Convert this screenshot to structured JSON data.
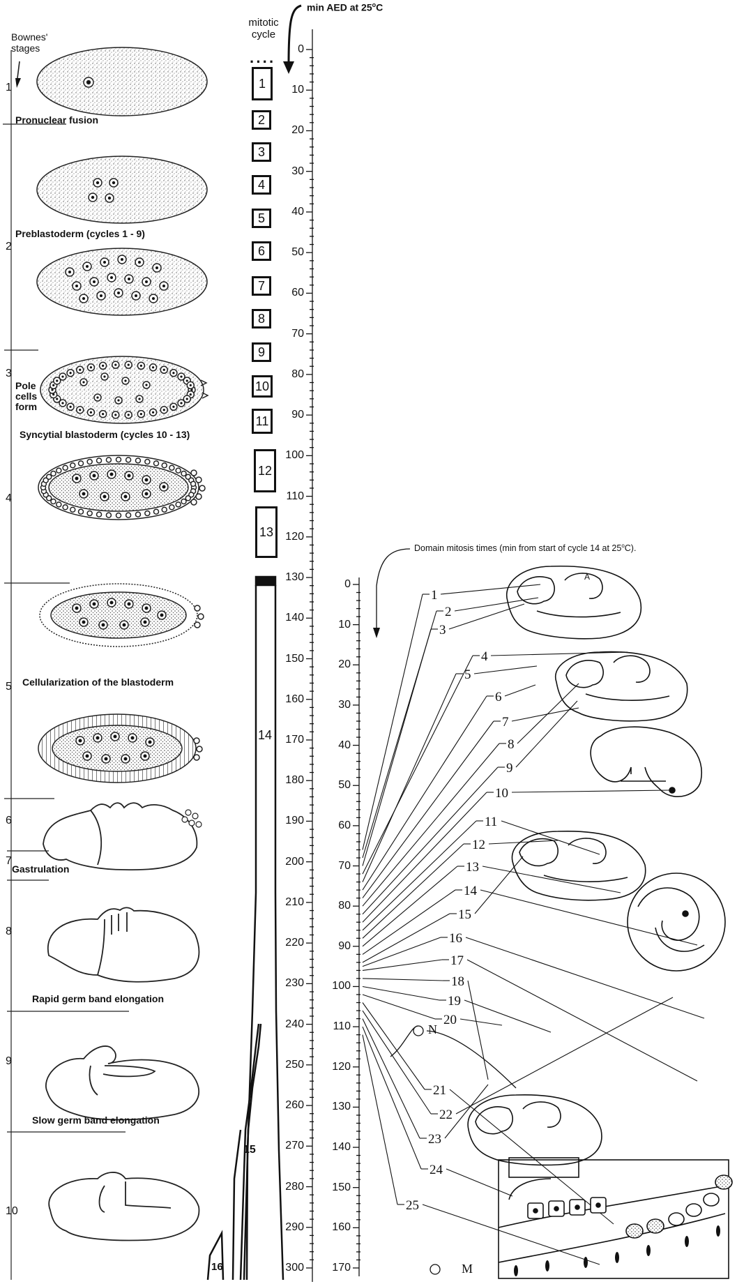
{
  "header": {
    "bownes": "Bownes'\nstages",
    "mitotic": "mitotic\ncycle",
    "aed": "min AED at 25",
    "aed_sup": "o",
    "aed_unit": "C"
  },
  "stage_numbers": [
    "1",
    "2",
    "3",
    "4",
    "5",
    "6",
    "7",
    "8",
    "9",
    "10"
  ],
  "captions": [
    "Pronuclear fusion",
    "Preblastoderm (cycles 1 - 9)",
    "Pole\ncells\nform",
    "Syncytial blastoderm (cycles 10 - 13)",
    "Cellularization of the blastoderm",
    "Gastrulation",
    "Rapid germ band elongation",
    "Slow germ band elongation"
  ],
  "cycles": [
    "1",
    "2",
    "3",
    "4",
    "5",
    "6",
    "7",
    "8",
    "9",
    "10",
    "11",
    "12",
    "13",
    "14",
    "15",
    "16"
  ],
  "left_axis": {
    "min": 0,
    "max": 300,
    "step": 10,
    "labels": [
      "0",
      "10",
      "20",
      "30",
      "40",
      "50",
      "60",
      "70",
      "80",
      "90",
      "100",
      "110",
      "120",
      "130",
      "140",
      "150",
      "160",
      "170",
      "180",
      "190",
      "200",
      "210",
      "220",
      "230",
      "240",
      "250",
      "260",
      "270",
      "280",
      "290",
      "300"
    ]
  },
  "right_axis": {
    "title": "Domain mitosis times (min from start of cycle 14 at 25",
    "title_sup": "o",
    "title_end": "C).",
    "min": 0,
    "max": 170,
    "step": 10,
    "labels": [
      "0",
      "10",
      "20",
      "30",
      "40",
      "50",
      "60",
      "70",
      "80",
      "90",
      "100",
      "110",
      "120",
      "130",
      "140",
      "150",
      "160",
      "170"
    ]
  },
  "domains": [
    "1",
    "2",
    "3",
    "4",
    "5",
    "6",
    "7",
    "8",
    "9",
    "10",
    "11",
    "12",
    "13",
    "14",
    "15",
    "16",
    "17",
    "18",
    "19",
    "20",
    "21",
    "22",
    "23",
    "24",
    "25"
  ],
  "markers": {
    "n": "N",
    "m": "M",
    "a": "A"
  }
}
